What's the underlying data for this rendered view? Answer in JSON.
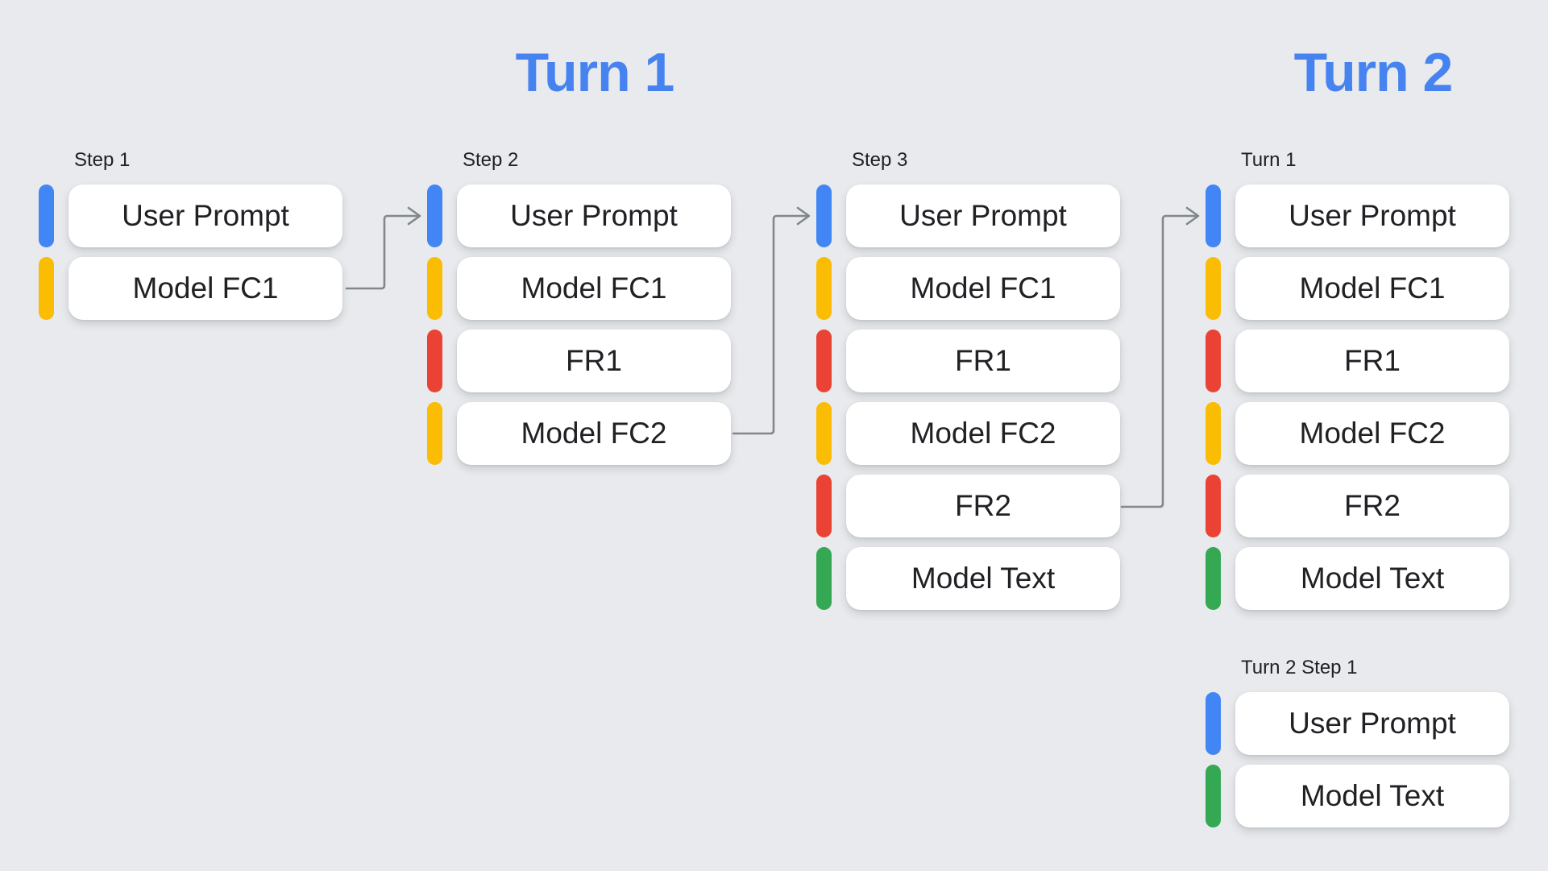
{
  "titles": {
    "turn1": "Turn 1",
    "turn2": "Turn 2"
  },
  "colors": {
    "background": "#E8EAED",
    "box": "#FFFFFF",
    "text": "#202124",
    "title": "#4683F0",
    "arrow": "#82878C",
    "blue": "#4285F4",
    "yellow": "#FBBC04",
    "red": "#EA4335",
    "green": "#34A853"
  },
  "legend_semantics": {
    "blue": "user content",
    "yellow": "model function call",
    "red": "function response",
    "green": "model text"
  },
  "columns": [
    {
      "label": "Step 1",
      "items": [
        {
          "label": "User Prompt",
          "color": "blue"
        },
        {
          "label": "Model FC1",
          "color": "yellow"
        }
      ]
    },
    {
      "label": "Step 2",
      "items": [
        {
          "label": "User Prompt",
          "color": "blue"
        },
        {
          "label": "Model FC1",
          "color": "yellow"
        },
        {
          "label": "FR1",
          "color": "red"
        },
        {
          "label": "Model FC2",
          "color": "yellow"
        }
      ]
    },
    {
      "label": "Step 3",
      "items": [
        {
          "label": "User Prompt",
          "color": "blue"
        },
        {
          "label": "Model FC1",
          "color": "yellow"
        },
        {
          "label": "FR1",
          "color": "red"
        },
        {
          "label": "Model FC2",
          "color": "yellow"
        },
        {
          "label": "FR2",
          "color": "red"
        },
        {
          "label": "Model Text",
          "color": "green"
        }
      ]
    },
    {
      "label": "Turn 1",
      "items": [
        {
          "label": "User Prompt",
          "color": "blue"
        },
        {
          "label": "Model FC1",
          "color": "yellow"
        },
        {
          "label": "FR1",
          "color": "red"
        },
        {
          "label": "Model FC2",
          "color": "yellow"
        },
        {
          "label": "FR2",
          "color": "red"
        },
        {
          "label": "Model Text",
          "color": "green"
        }
      ]
    },
    {
      "label": "Turn 2 Step 1",
      "items": [
        {
          "label": "User Prompt",
          "color": "blue"
        },
        {
          "label": "Model Text",
          "color": "green"
        }
      ]
    }
  ],
  "arrows": [
    {
      "name": "arrow-step1-to-step2",
      "from": "Step 1 / Model FC1",
      "to": "Step 2 / User Prompt"
    },
    {
      "name": "arrow-step2-to-step3",
      "from": "Step 2 / Model FC2",
      "to": "Step 3 / User Prompt"
    },
    {
      "name": "arrow-step3-to-turn2",
      "from": "Step 3 / FR2",
      "to": "Turn 2 / Turn 1 / User Prompt"
    }
  ]
}
